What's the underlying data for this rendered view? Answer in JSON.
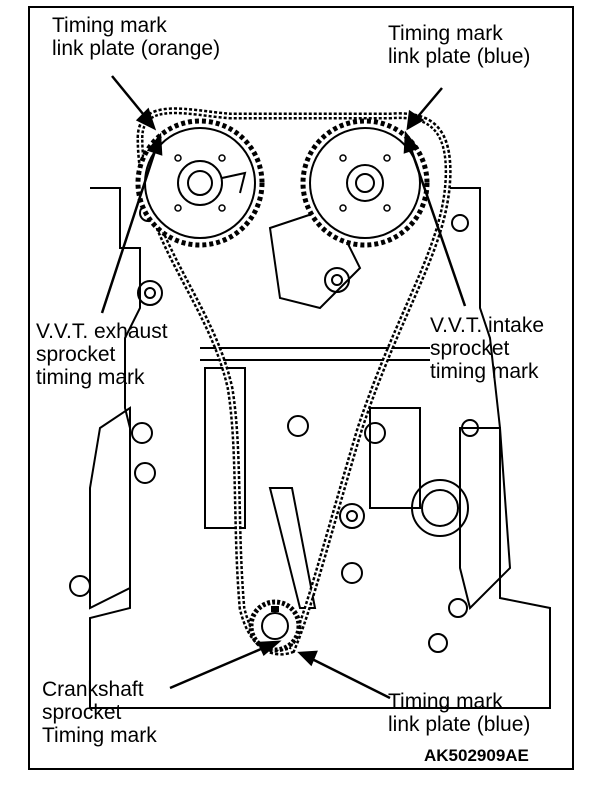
{
  "labels": {
    "timing_mark_orange": "Timing mark\nlink plate (orange)",
    "timing_mark_blue_top": "Timing mark\nlink plate (blue)",
    "vvt_exhaust": "V.V.T. exhaust\nsprocket\ntiming mark",
    "vvt_intake": "V.V.T. intake\nsprocket\ntiming mark",
    "crankshaft": "Crankshaft\nsprocket\nTiming mark",
    "timing_mark_blue_bottom": "Timing mark\nlink plate (blue)"
  },
  "figure_id": "AK502909AE",
  "colors": {
    "ink": "#000000",
    "paper": "#ffffff"
  }
}
